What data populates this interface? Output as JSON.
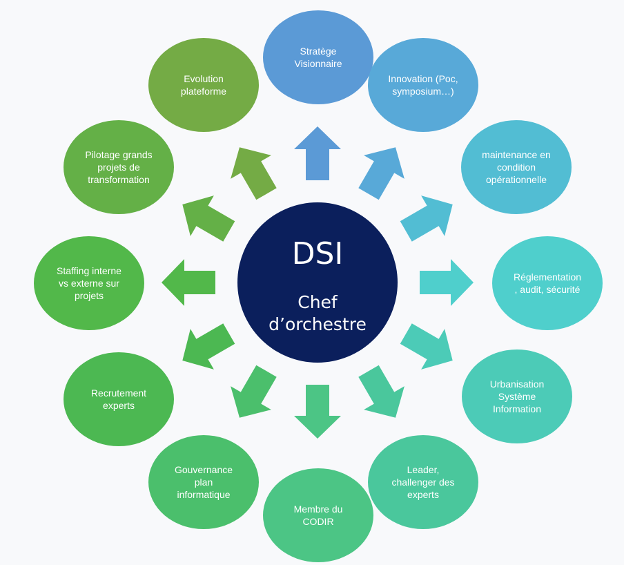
{
  "center": {
    "title": "DSI",
    "subtitle_lines": [
      "Chef",
      "d’orchestre"
    ],
    "color": "#0b1f5c"
  },
  "nodes": [
    {
      "id": "strategie",
      "lines": [
        "Stratège",
        "Visionnaire"
      ],
      "color": "#5b9ad6"
    },
    {
      "id": "innovation",
      "lines": [
        "Innovation (Poc,",
        "symposium…)"
      ],
      "color": "#58a9d8"
    },
    {
      "id": "maintenance",
      "lines": [
        "maintenance en",
        "condition",
        "opérationnelle"
      ],
      "color": "#52bdd3"
    },
    {
      "id": "reglementation",
      "lines": [
        "Réglementation",
        ", audit, sécurité"
      ],
      "color": "#4fcfcc"
    },
    {
      "id": "urbanisation",
      "lines": [
        "Urbanisation",
        "Système",
        "Information"
      ],
      "color": "#4ccbb7"
    },
    {
      "id": "leader",
      "lines": [
        "Leader,",
        "challenger des",
        "experts"
      ],
      "color": "#4ac79c"
    },
    {
      "id": "membre-codir",
      "lines": [
        "Membre du",
        "CODIR"
      ],
      "color": "#4cc585"
    },
    {
      "id": "gouvernance",
      "lines": [
        "Gouvernance",
        "plan",
        "informatique"
      ],
      "color": "#4bbf6c"
    },
    {
      "id": "recrutement",
      "lines": [
        "Recrutement",
        "experts"
      ],
      "color": "#4cb852"
    },
    {
      "id": "staffing",
      "lines": [
        "Staffing interne",
        "vs externe sur",
        "projets"
      ],
      "color": "#52b84a"
    },
    {
      "id": "pilotage",
      "lines": [
        "Pilotage grands",
        "projets de",
        "transformation"
      ],
      "color": "#64b047"
    },
    {
      "id": "evolution",
      "lines": [
        "Evolution",
        "plateforme"
      ],
      "color": "#74ab45"
    }
  ],
  "arrows": [
    {
      "target": "strategie",
      "color": "#5b9ad6"
    },
    {
      "target": "innovation",
      "color": "#58a9d8"
    },
    {
      "target": "maintenance",
      "color": "#52bdd3"
    },
    {
      "target": "reglementation",
      "color": "#4fcfcc"
    },
    {
      "target": "urbanisation",
      "color": "#4ccbb7"
    },
    {
      "target": "leader",
      "color": "#4ac79c"
    },
    {
      "target": "membre-codir",
      "color": "#4cc585"
    },
    {
      "target": "gouvernance",
      "color": "#4bbf6c"
    },
    {
      "target": "recrutement",
      "color": "#4cb852"
    },
    {
      "target": "staffing",
      "color": "#52b84a"
    },
    {
      "target": "pilotage",
      "color": "#64b047"
    },
    {
      "target": "evolution",
      "color": "#74ab45"
    }
  ]
}
